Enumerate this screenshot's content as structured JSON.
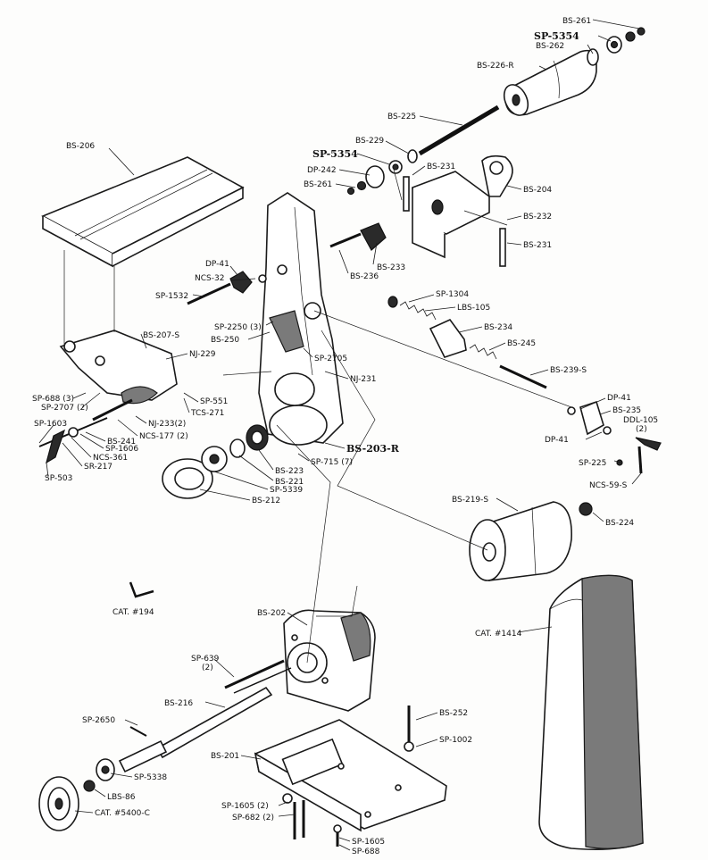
{
  "labels": [
    {
      "id": "bs-261-top",
      "text": "BS-261"
    },
    {
      "id": "sp-5354-top",
      "text": "SP-5354"
    },
    {
      "id": "bs-262",
      "text": "BS-262"
    },
    {
      "id": "bs-226-r",
      "text": "BS-226-R"
    },
    {
      "id": "bs-225",
      "text": "BS-225"
    },
    {
      "id": "bs-229",
      "text": "BS-229"
    },
    {
      "id": "sp-5354-mid",
      "text": "SP-5354"
    },
    {
      "id": "dp-242",
      "text": "DP-242"
    },
    {
      "id": "bs-261-mid",
      "text": "BS-261"
    },
    {
      "id": "bs-231-top",
      "text": "BS-231"
    },
    {
      "id": "bs-204",
      "text": "BS-204"
    },
    {
      "id": "bs-232",
      "text": "BS-232"
    },
    {
      "id": "bs-231-low",
      "text": "BS-231"
    },
    {
      "id": "bs-206",
      "text": "BS-206"
    },
    {
      "id": "bs-233",
      "text": "BS-233"
    },
    {
      "id": "bs-236",
      "text": "BS-236"
    },
    {
      "id": "dp-41-a",
      "text": "DP-41"
    },
    {
      "id": "ncs-32",
      "text": "NCS-32"
    },
    {
      "id": "sp-1532",
      "text": "SP-1532"
    },
    {
      "id": "sp-1304",
      "text": "SP-1304"
    },
    {
      "id": "lbs-105",
      "text": "LBS-105"
    },
    {
      "id": "bs-234",
      "text": "BS-234"
    },
    {
      "id": "sp-2250",
      "text": "SP-2250 (3)"
    },
    {
      "id": "bs-250",
      "text": "BS-250"
    },
    {
      "id": "bs-207-s",
      "text": "BS-207-S"
    },
    {
      "id": "nj-229",
      "text": "NJ-229"
    },
    {
      "id": "sp-2705",
      "text": "SP-2705"
    },
    {
      "id": "bs-245",
      "text": "BS-245"
    },
    {
      "id": "bs-239-s",
      "text": "BS-239-S"
    },
    {
      "id": "nj-231",
      "text": "NJ-231"
    },
    {
      "id": "sp-688-3",
      "text": "SP-688 (3)"
    },
    {
      "id": "sp-2707",
      "text": "SP-2707 (2)"
    },
    {
      "id": "sp-551",
      "text": "SP-551"
    },
    {
      "id": "tcs-271",
      "text": "TCS-271"
    },
    {
      "id": "dp-41-b",
      "text": "DP-41"
    },
    {
      "id": "bs-235",
      "text": "BS-235"
    },
    {
      "id": "ddl-105",
      "text": "DDL-105"
    },
    {
      "id": "ddl-105-q",
      "text": "(2)"
    },
    {
      "id": "nj-233",
      "text": "NJ-233(2)"
    },
    {
      "id": "ncs-177",
      "text": "NCS-177 (2)"
    },
    {
      "id": "sp-1603",
      "text": "SP-1603"
    },
    {
      "id": "bs-241",
      "text": "BS-241"
    },
    {
      "id": "sp-1606",
      "text": "SP-1606"
    },
    {
      "id": "ncs-361",
      "text": "NCS-361"
    },
    {
      "id": "sr-217",
      "text": "SR-217"
    },
    {
      "id": "sp-503",
      "text": "SP-503"
    },
    {
      "id": "dp-41-c",
      "text": "DP-41"
    },
    {
      "id": "bs-203-r",
      "text": "BS-203-R"
    },
    {
      "id": "sp-715",
      "text": "SP-715 (7)"
    },
    {
      "id": "sp-225",
      "text": "SP-225"
    },
    {
      "id": "ncs-59-s",
      "text": "NCS-59-S"
    },
    {
      "id": "bs-223",
      "text": "BS-223"
    },
    {
      "id": "bs-221",
      "text": "BS-221"
    },
    {
      "id": "sp-5339",
      "text": "SP-5339"
    },
    {
      "id": "bs-212",
      "text": "BS-212"
    },
    {
      "id": "bs-219-s",
      "text": "BS-219-S"
    },
    {
      "id": "bs-224",
      "text": "BS-224"
    },
    {
      "id": "cat-194",
      "text": "CAT. #194"
    },
    {
      "id": "bs-202",
      "text": "BS-202"
    },
    {
      "id": "cat-1414",
      "text": "CAT. #1414"
    },
    {
      "id": "sp-639",
      "text": "SP-639"
    },
    {
      "id": "sp-639-q",
      "text": "(2)"
    },
    {
      "id": "bs-216",
      "text": "BS-216"
    },
    {
      "id": "bs-252",
      "text": "BS-252"
    },
    {
      "id": "sp-2650",
      "text": "SP-2650"
    },
    {
      "id": "sp-1002",
      "text": "SP-1002"
    },
    {
      "id": "bs-201",
      "text": "BS-201"
    },
    {
      "id": "sp-5338",
      "text": "SP-5338"
    },
    {
      "id": "lbs-86",
      "text": "LBS-86"
    },
    {
      "id": "cat-5400-c",
      "text": "CAT. #5400-C"
    },
    {
      "id": "sp-1605-2",
      "text": "SP-1605 (2)"
    },
    {
      "id": "sp-682",
      "text": "SP-682 (2)"
    },
    {
      "id": "sp-1605",
      "text": "SP-1605"
    },
    {
      "id": "sp-688",
      "text": "SP-688"
    }
  ]
}
